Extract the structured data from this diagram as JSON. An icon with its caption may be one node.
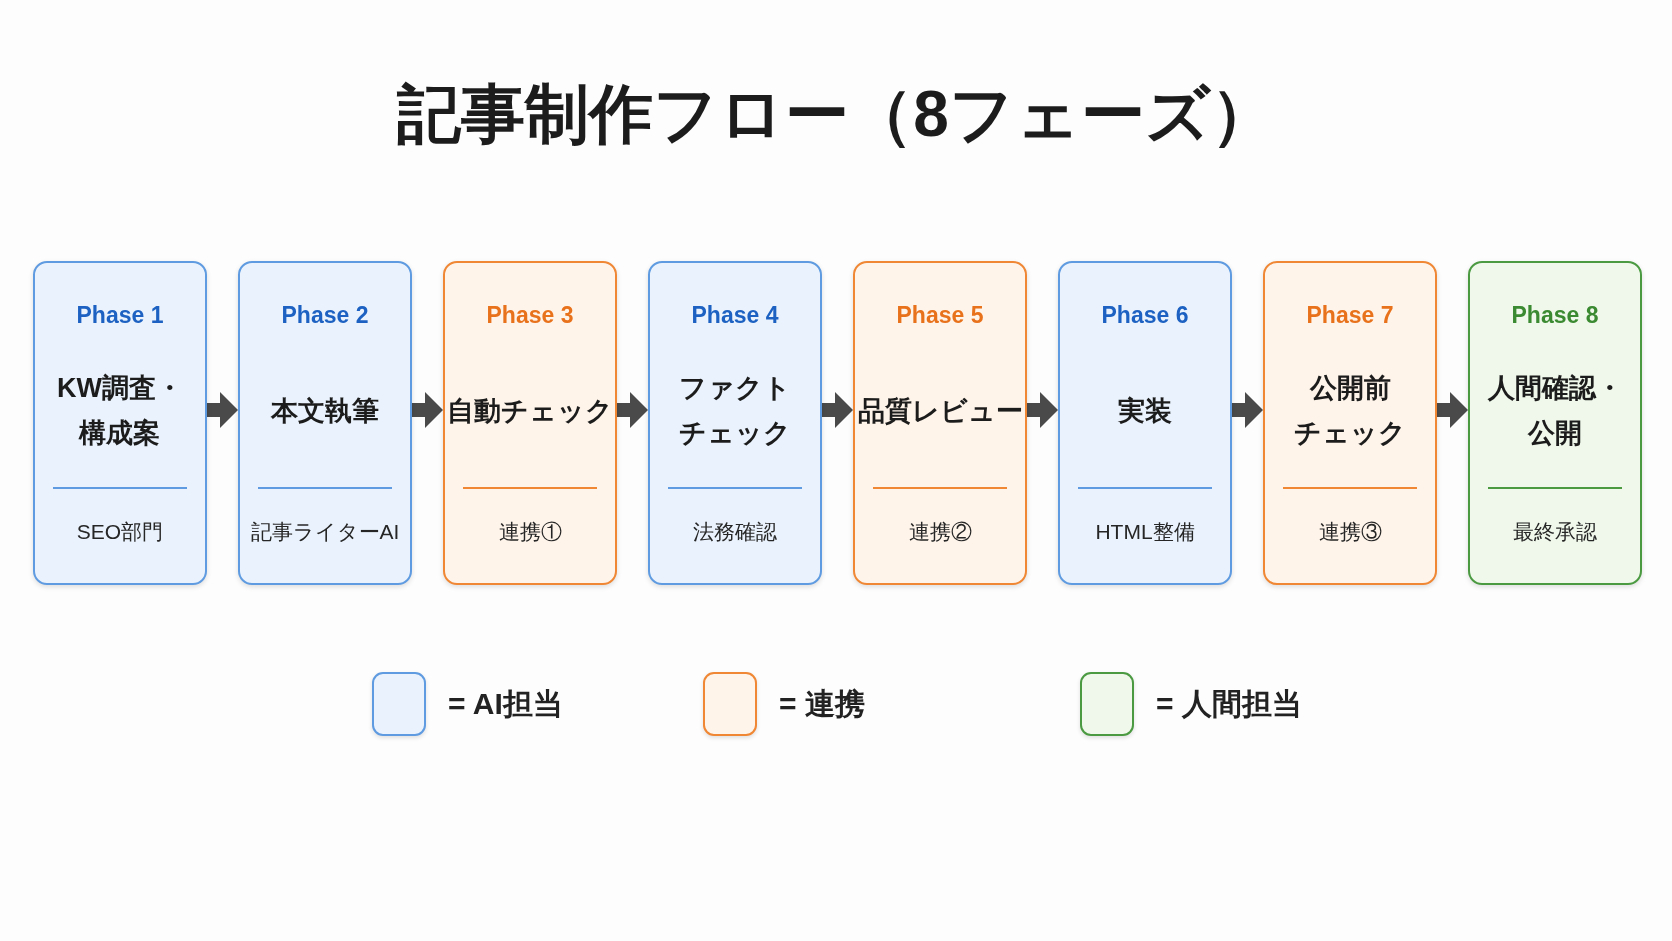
{
  "diagram": {
    "title": "記事制作フロー（8フェーズ）",
    "nodes": [
      {
        "text": [
          "Phase 1",
          "KW調査・構成案",
          "SEO部門"
        ]
      },
      {
        "text": [
          "Phase 2",
          "本文執筆",
          "記事ライターAI"
        ]
      },
      {
        "text": [
          "Phase 3",
          "自動チェック",
          "連携①"
        ]
      },
      {
        "text": [
          "Phase 4",
          "ファクトチェック",
          "法務確認"
        ]
      },
      {
        "text": [
          "Phase 5",
          "品質レビュー",
          "連携②"
        ]
      },
      {
        "text": [
          "Phase 6",
          "実装",
          "HTML整備"
        ]
      },
      {
        "text": [
          "Phase 7",
          "公開前チェック",
          "連携③"
        ]
      },
      {
        "text": [
          "Phase 8",
          "人間確認・公開",
          "最終承認"
        ]
      }
    ],
    "edges": [
      {
        "from": 0,
        "to": 1,
        "arrow": "to"
      },
      {
        "from": 1,
        "to": 2,
        "arrow": "to"
      },
      {
        "from": 2,
        "to": 3,
        "arrow": "to"
      },
      {
        "from": 3,
        "to": 4,
        "arrow": "to"
      },
      {
        "from": 4,
        "to": 5,
        "arrow": "to"
      },
      {
        "from": 5,
        "to": 6,
        "arrow": "to"
      },
      {
        "from": 6,
        "to": 7,
        "arrow": "to"
      }
    ],
    "legend": [
      {
        "text": "= AI担当",
        "color": "#eaf3fd"
      },
      {
        "text": "= 連携",
        "color": "#fff4ea"
      },
      {
        "text": "= 人間担当",
        "color": "#eff8ea"
      }
    ]
  }
}
